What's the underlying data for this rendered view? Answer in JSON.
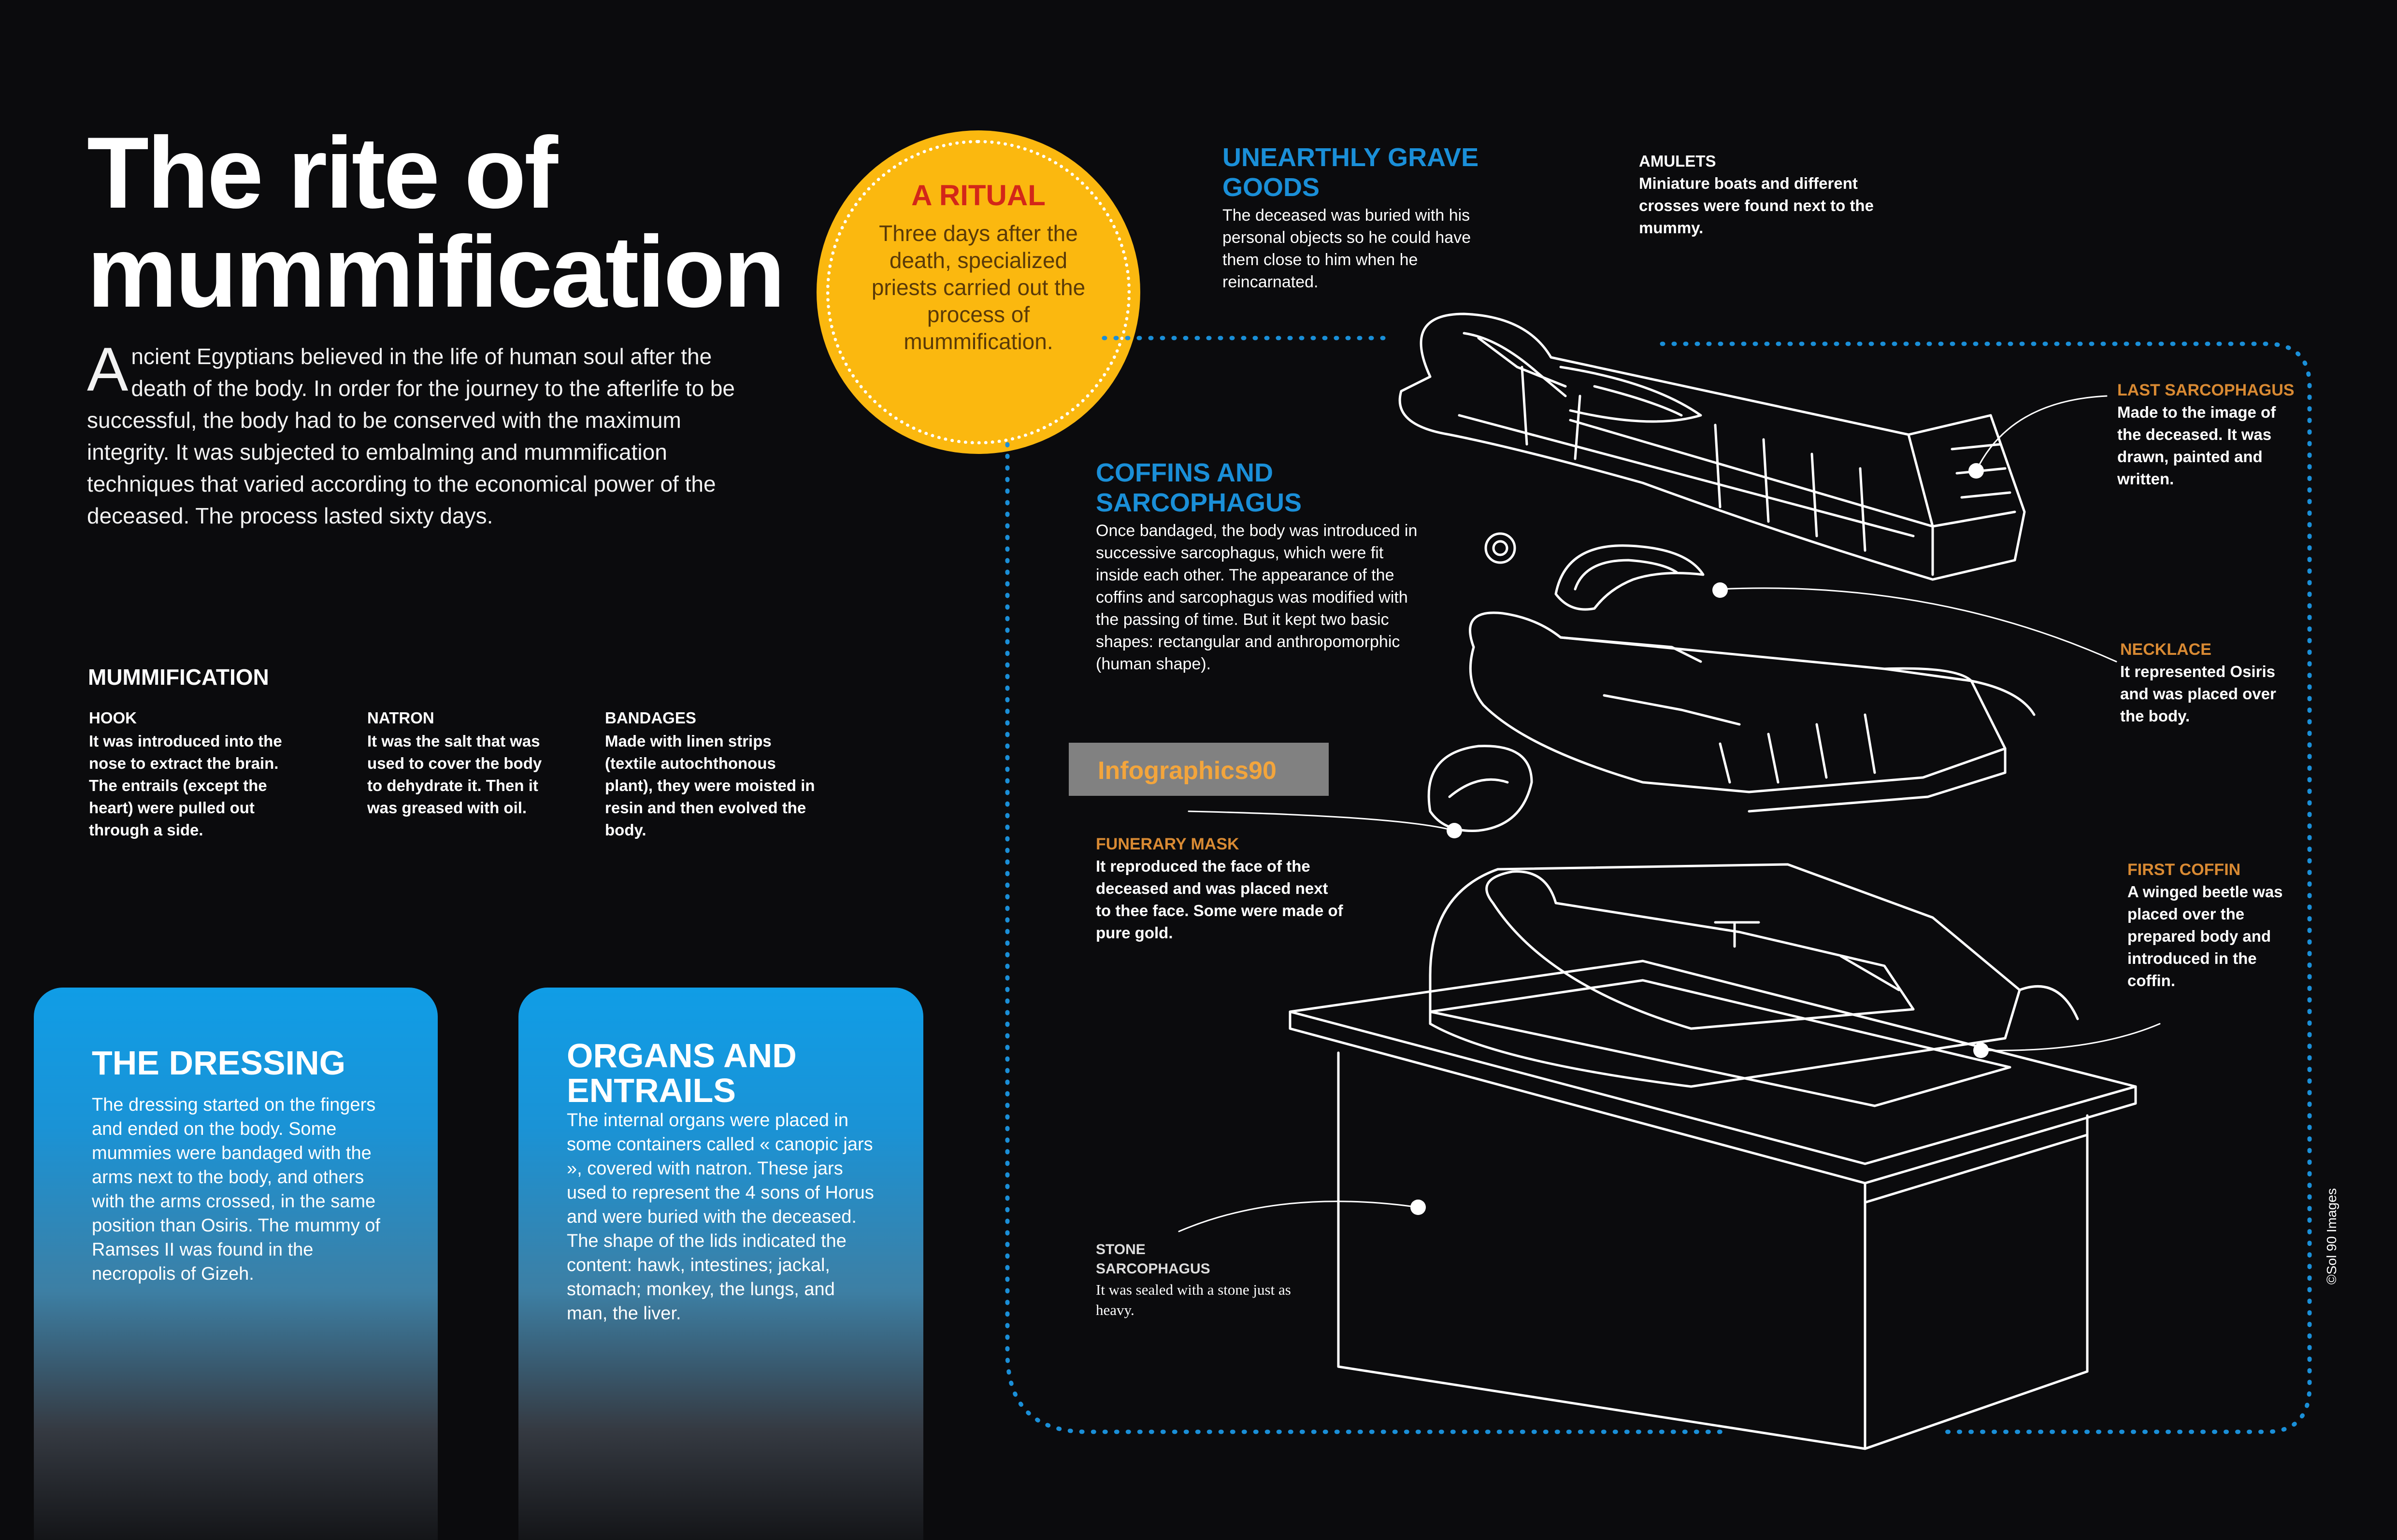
{
  "title_line1": "The rite of",
  "title_line2": "mummification",
  "intro": {
    "dropcap": "A",
    "text": "ncient Egyptians believed in the life of human soul after the death of the body. In order for the journey to the afterlife to be successful, the body had to be conserved with the maximum integrity. It was subjected to embalming and mummification techniques that varied according to the economical power of the deceased. The process lasted sixty days."
  },
  "mummification": {
    "heading": "MUMMIFICATION",
    "items": [
      {
        "title": "HOOK",
        "text": "It was introduced into the nose to extract the brain. The entrails (except the heart) were pulled out through a side."
      },
      {
        "title": "NATRON",
        "text": "It was the salt that was used to cover the body to dehydrate it. Then it was greased with oil."
      },
      {
        "title": "BANDAGES",
        "text": "Made with linen strips (textile autochthonous plant), they were moisted in resin and then evolved the body."
      }
    ]
  },
  "dressing": {
    "title": "THE DRESSING",
    "text": "The dressing started on the fingers and ended on the body. Some mummies were bandaged with the arms next to the body, and others with the arms crossed, in the same position than Osiris. The mummy of Ramses II was found in the necropolis of Gizeh."
  },
  "organs": {
    "title": "ORGANS AND ENTRAILS",
    "text": "The internal organs were placed in some containers called « canopic jars », covered with natron. These jars used to represent the 4 sons of Horus and were buried with the deceased. The shape of the lids indicated the content: hawk, intestines; jackal, stomach; monkey, the lungs, and man, the liver."
  },
  "ritual": {
    "title": "A RITUAL",
    "text": "Three days after the death, specialized priests carried out the process of mummification."
  },
  "grave_goods": {
    "title": "UNEARTHLY GRAVE GOODS",
    "text": "The deceased was buried with his personal objects so he could have them close to him when he reincarnated."
  },
  "amulets": {
    "title": "AMULETS",
    "text": "Miniature boats and different crosses were found next to the mummy."
  },
  "coffins": {
    "title": "COFFINS AND SARCOPHAGUS",
    "text": "Once bandaged, the body was introduced in successive sarcophagus, which were fit inside each other. The appearance of the coffins and sarcophagus was modified with the passing of time. But it kept two basic shapes: rectangular and anthropomorphic (human shape)."
  },
  "last_sarcophagus": {
    "title": "LAST SARCOPHAGUS",
    "text": "Made to the image of the deceased. It was drawn, painted and written."
  },
  "necklace": {
    "title": "NECKLACE",
    "text": "It represented Osiris and was placed over the body."
  },
  "funerary_mask": {
    "title": "FUNERARY MASK",
    "text": "It reproduced the face of the deceased and was placed next to thee face. Some were made of pure gold."
  },
  "first_coffin": {
    "title": "FIRST COFFIN",
    "text": "A winged beetle was placed over the prepared body and introduced in the coffin."
  },
  "stone_sarcophagus": {
    "title": "STONE SARCOPHAGUS",
    "text": "It was sealed with a stone just as heavy."
  },
  "watermark": "Infographics90",
  "credit": "©Sol 90 Images",
  "colors": {
    "background": "#0b0b0d",
    "blue_heading": "#1a8fd8",
    "orange_heading": "#d98a33",
    "ritual_yellow": "#fbb80f",
    "ritual_red": "#d32719"
  }
}
